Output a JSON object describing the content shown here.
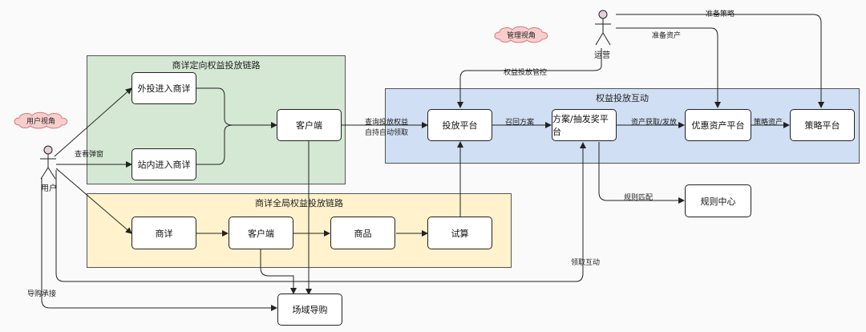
{
  "groups": {
    "detail_directed": "商详定向权益投放链路",
    "detail_global": "商详全局权益投放链路",
    "benefit_interaction": "权益投放互动"
  },
  "nodes": {
    "external_detail": "外投进入商详",
    "internal_detail": "站内进入商详",
    "client_top": "客户端",
    "detail": "商详",
    "client_bottom": "客户端",
    "product": "商品",
    "trial_calc": "试算",
    "delivery_platform": "投放平台",
    "plan_lottery_platform": "方案/抽发奖平台",
    "coupon_asset_platform": "优惠资产平台",
    "strategy_platform": "策略平台",
    "rule_center": "规则中心",
    "scene_guide": "场域导购"
  },
  "actors": {
    "user": "用户",
    "operations": "运营"
  },
  "clouds": {
    "user_view": "用户视角",
    "admin_view": "管理视角"
  },
  "edge_labels": {
    "view_popup": "查看弹窗",
    "query_benefit_1": "查询投放权益",
    "query_benefit_2": "自持自动领取",
    "recall_plan": "召回方案",
    "asset_fetch": "资产获取/发放",
    "strategy_asset": "策略资产",
    "prepare_strategy": "准备策略",
    "prepare_asset": "准备资产",
    "delivery_control": "权益投放管控",
    "rule_match": "规则匹配",
    "claim_interaction": "领取互动",
    "guide_takeover": "导购承接"
  },
  "colors": {
    "green_group": "#d5e8d4",
    "yellow_group": "#fff2cc",
    "blue_group": "#d0dff3",
    "cloud_fill": "#f8cecc",
    "cloud_stroke": "#d9787a",
    "actor_head": "#e6d0de"
  }
}
